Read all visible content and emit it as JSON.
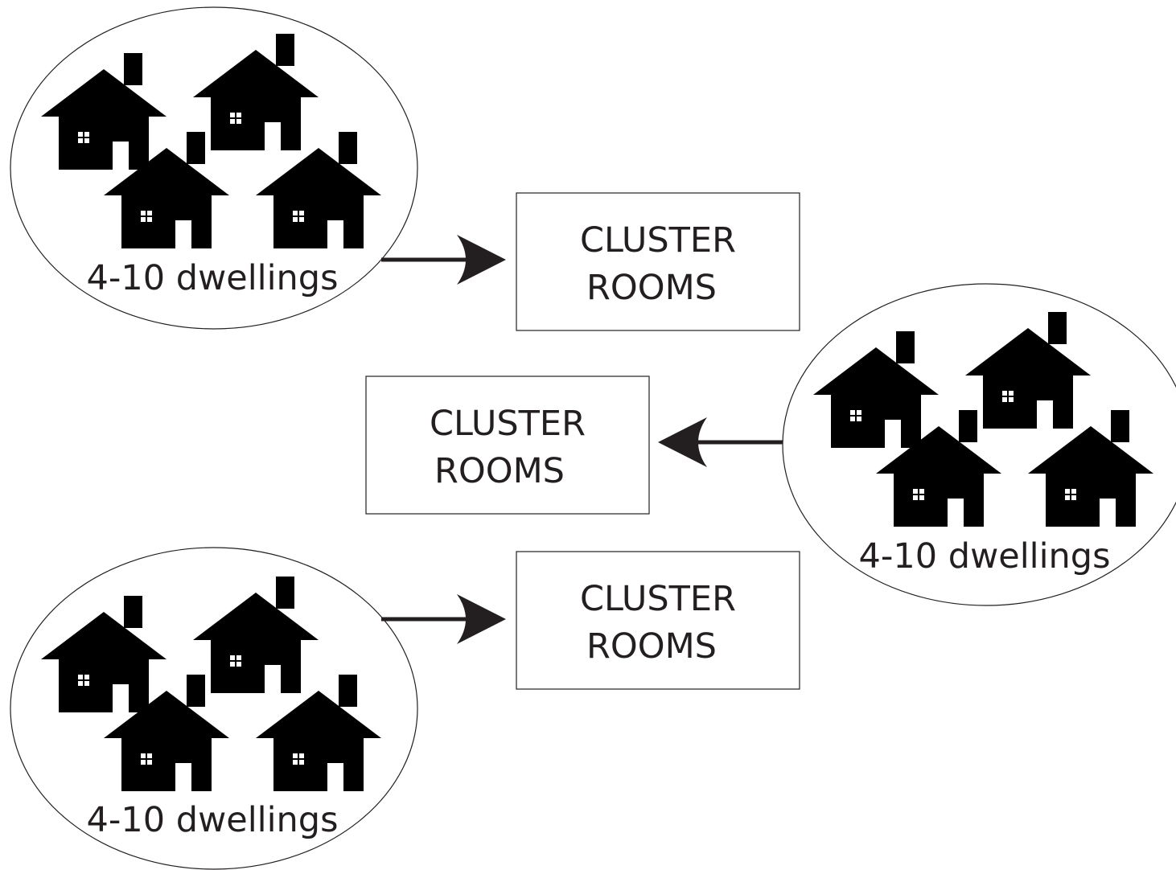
{
  "colors": {
    "ink": "#231f20",
    "house_fill": "#000000",
    "background": "#ffffff"
  },
  "icons": {
    "house": "house-icon",
    "arrow": "arrow-icon"
  },
  "groups": [
    {
      "label": "4-10 dwellings",
      "house_count": 4,
      "arrow_direction": "right",
      "target_box": {
        "line1": "CLUSTER",
        "line2": "ROOMS"
      }
    },
    {
      "label": "4-10 dwellings",
      "house_count": 4,
      "arrow_direction": "left",
      "target_box": {
        "line1": "CLUSTER",
        "line2": "ROOMS"
      }
    },
    {
      "label": "4-10 dwellings",
      "house_count": 4,
      "arrow_direction": "right",
      "target_box": {
        "line1": "CLUSTER",
        "line2": "ROOMS"
      }
    }
  ]
}
